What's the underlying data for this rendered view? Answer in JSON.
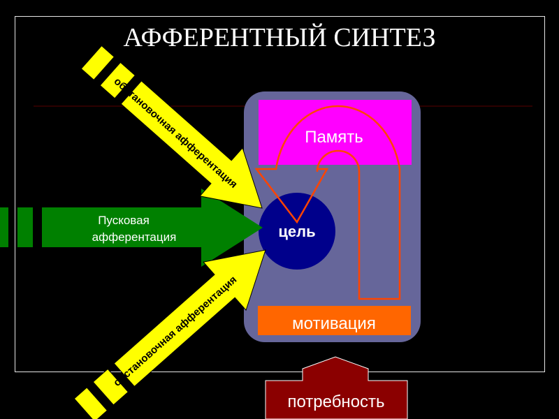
{
  "title": "АФФЕРЕНТНЫЙ СИНТЕЗ",
  "labels": {
    "memory": "Память",
    "goal": "цель",
    "motivation": "мотивация",
    "need": "потребность",
    "trigger_line1": "Пусковая",
    "trigger_line2": "афферентация",
    "situational_top": "обстановочная афферентация",
    "situational_bottom": "обстановочная афферентация"
  },
  "colors": {
    "background": "#000000",
    "title": "#ffffff",
    "memory_box": "#ff00ff",
    "goal_circle": "#00008b",
    "motivation_box": "#ff6600",
    "need_arrow": "#8b0000",
    "trigger_arrow": "#008000",
    "situational_arrow": "#ffff00",
    "central_panel": "#66669a",
    "loop_arrow": "#ff4400"
  }
}
